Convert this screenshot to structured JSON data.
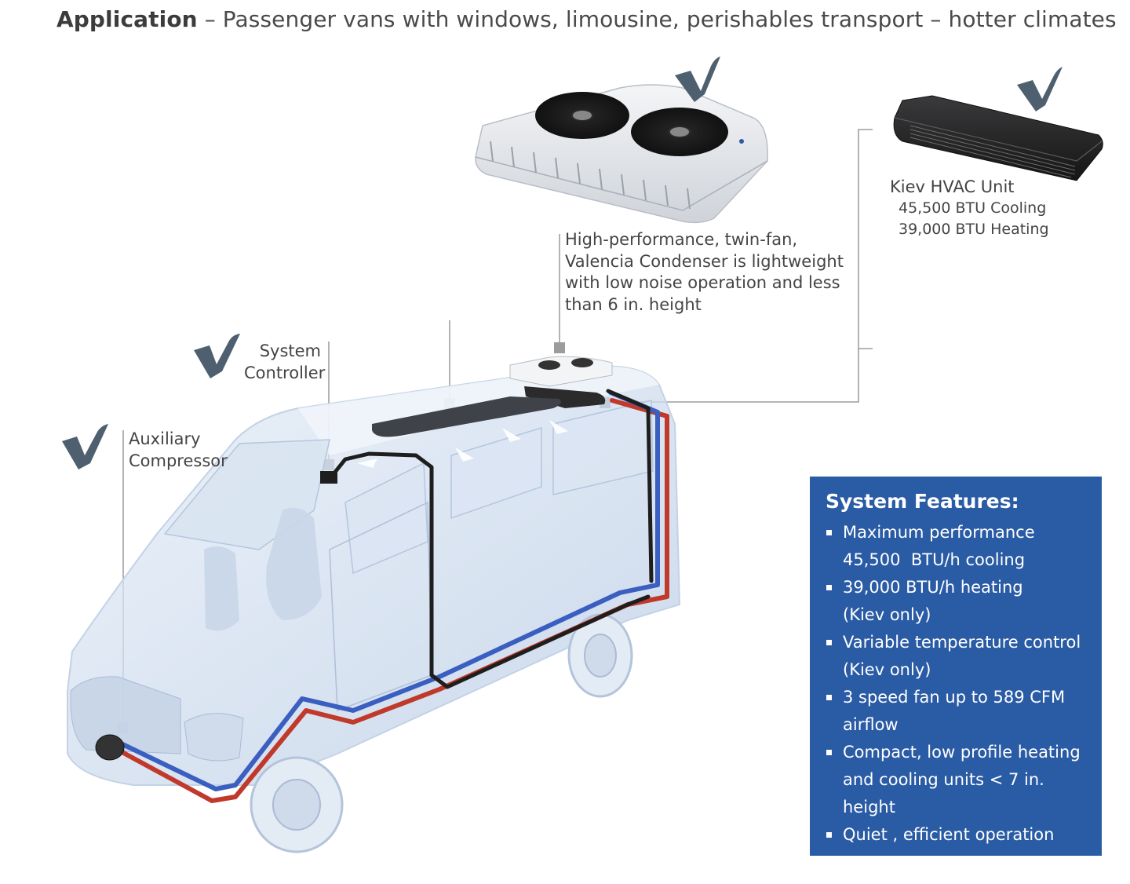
{
  "header": {
    "title_bold": "Application",
    "title_rest": " – Passenger vans with windows, limousine, perishables transport – hotter climates"
  },
  "labels": {
    "system_controller": [
      "System",
      "Controller"
    ],
    "auxiliary_compressor": [
      "Auxiliary",
      "Compressor"
    ],
    "condenser_desc": [
      "High-performance, twin-fan,",
      "Valencia Condenser is lightweight",
      "with low noise operation and less",
      "than 6 in. height"
    ],
    "kiev": {
      "name": "Kiev HVAC Unit",
      "cooling": "45,500 BTU Cooling",
      "heating": "39,000 BTU Heating"
    }
  },
  "features": {
    "title": "System Features:",
    "items": [
      "Maximum performance\n45,500  BTU/h cooling",
      "39,000 BTU/h heating\n(Kiev only)",
      "Variable temperature control\n(Kiev only)",
      "3 speed fan up to 589 CFM\nairflow",
      "Compact, low profile heating\nand cooling units < 7 in.\nheight",
      "Quiet , efficient operation"
    ]
  },
  "colors": {
    "accent_blue": "#2a5ba5",
    "checkmark": "#4e6070",
    "pipe_red": "#c0392b",
    "pipe_blue": "#3b5fc0",
    "pipe_black": "#1e1e1e"
  },
  "icons": [
    "checkmark-icon",
    "condenser-unit-image",
    "kiev-hvac-unit-image",
    "van-illustration"
  ]
}
